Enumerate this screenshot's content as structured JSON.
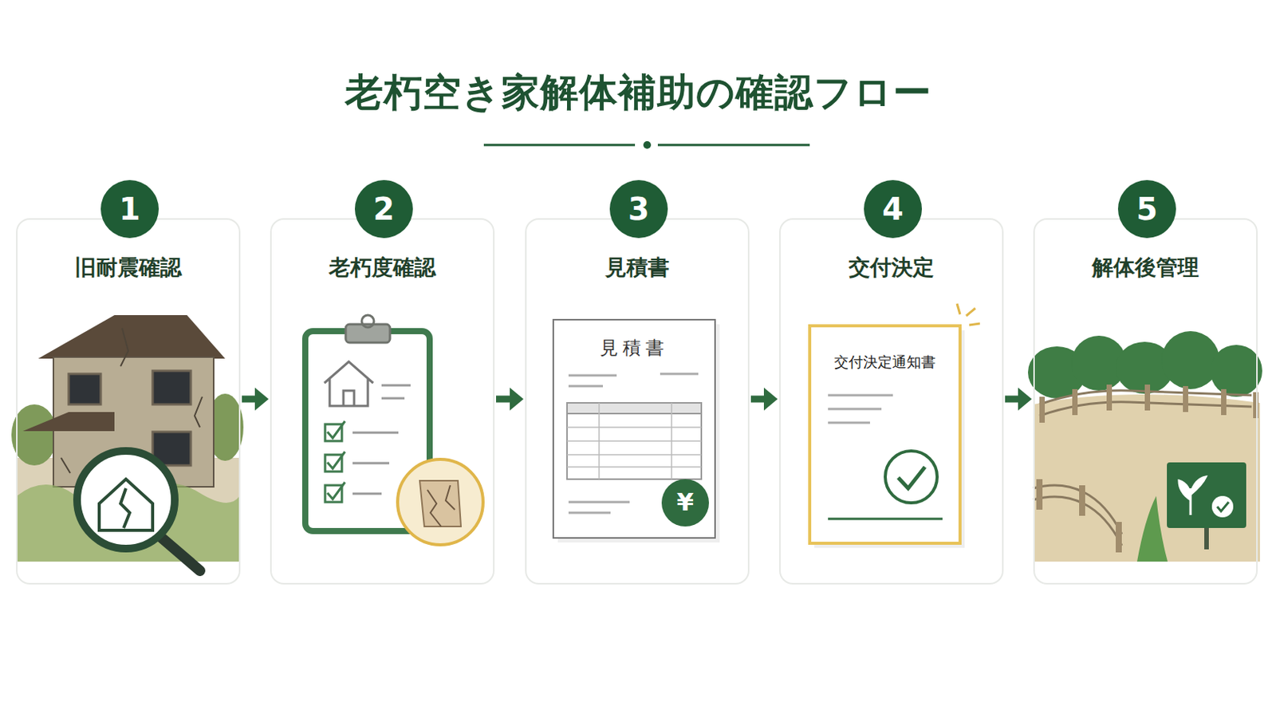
{
  "diagram": {
    "title": "老朽空き家解体補助の確認フロー",
    "nodes": [
      {
        "text": [
          "1",
          "旧耐震確認"
        ]
      },
      {
        "text": [
          "2",
          "老朽度確認"
        ]
      },
      {
        "text": [
          "3",
          "見積書"
        ]
      },
      {
        "text": [
          "4",
          "交付決定"
        ]
      },
      {
        "text": [
          "5",
          "解体後管理"
        ]
      }
    ],
    "edges": [
      {
        "from": 0,
        "to": 1,
        "arrow": "to"
      },
      {
        "from": 1,
        "to": 2,
        "arrow": "to"
      },
      {
        "from": 2,
        "to": 3,
        "arrow": "to"
      },
      {
        "from": 3,
        "to": 4,
        "arrow": "to"
      }
    ],
    "labels": [
      "見積書",
      "¥",
      "交付決定通知書"
    ]
  }
}
